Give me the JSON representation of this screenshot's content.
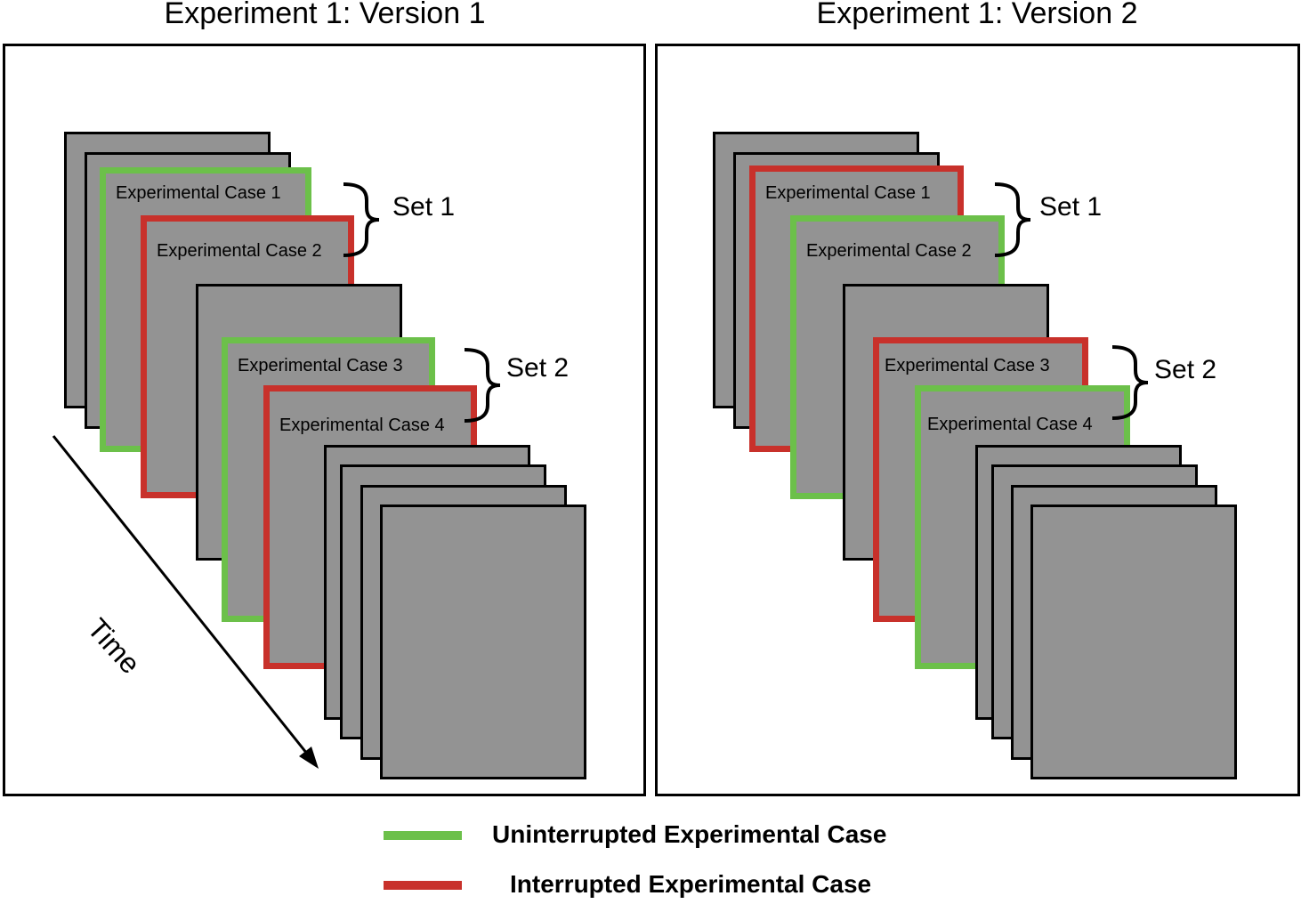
{
  "panels": [
    {
      "title": "Experiment 1: Version 1",
      "cases": [
        {
          "label": "Experimental Case 1",
          "status": "uninterrupted"
        },
        {
          "label": "Experimental Case 2",
          "status": "interrupted"
        },
        {
          "label": "Experimental Case 3",
          "status": "uninterrupted"
        },
        {
          "label": "Experimental Case 4",
          "status": "interrupted"
        }
      ],
      "sets": [
        "Set 1",
        "Set 2"
      ],
      "time_label": "Time"
    },
    {
      "title": "Experiment 1: Version 2",
      "cases": [
        {
          "label": "Experimental Case 1",
          "status": "interrupted"
        },
        {
          "label": "Experimental Case 2",
          "status": "uninterrupted"
        },
        {
          "label": "Experimental Case 3",
          "status": "interrupted"
        },
        {
          "label": "Experimental Case 4",
          "status": "uninterrupted"
        }
      ],
      "sets": [
        "Set 1",
        "Set 2"
      ]
    }
  ],
  "legend": [
    {
      "label": "Uninterrupted Experimental Case",
      "color": "#6cc04a"
    },
    {
      "label": "Interrupted Experimental Case",
      "color": "#c8312b"
    }
  ],
  "colors": {
    "card_fill": "#939393",
    "outline": "#000000"
  }
}
